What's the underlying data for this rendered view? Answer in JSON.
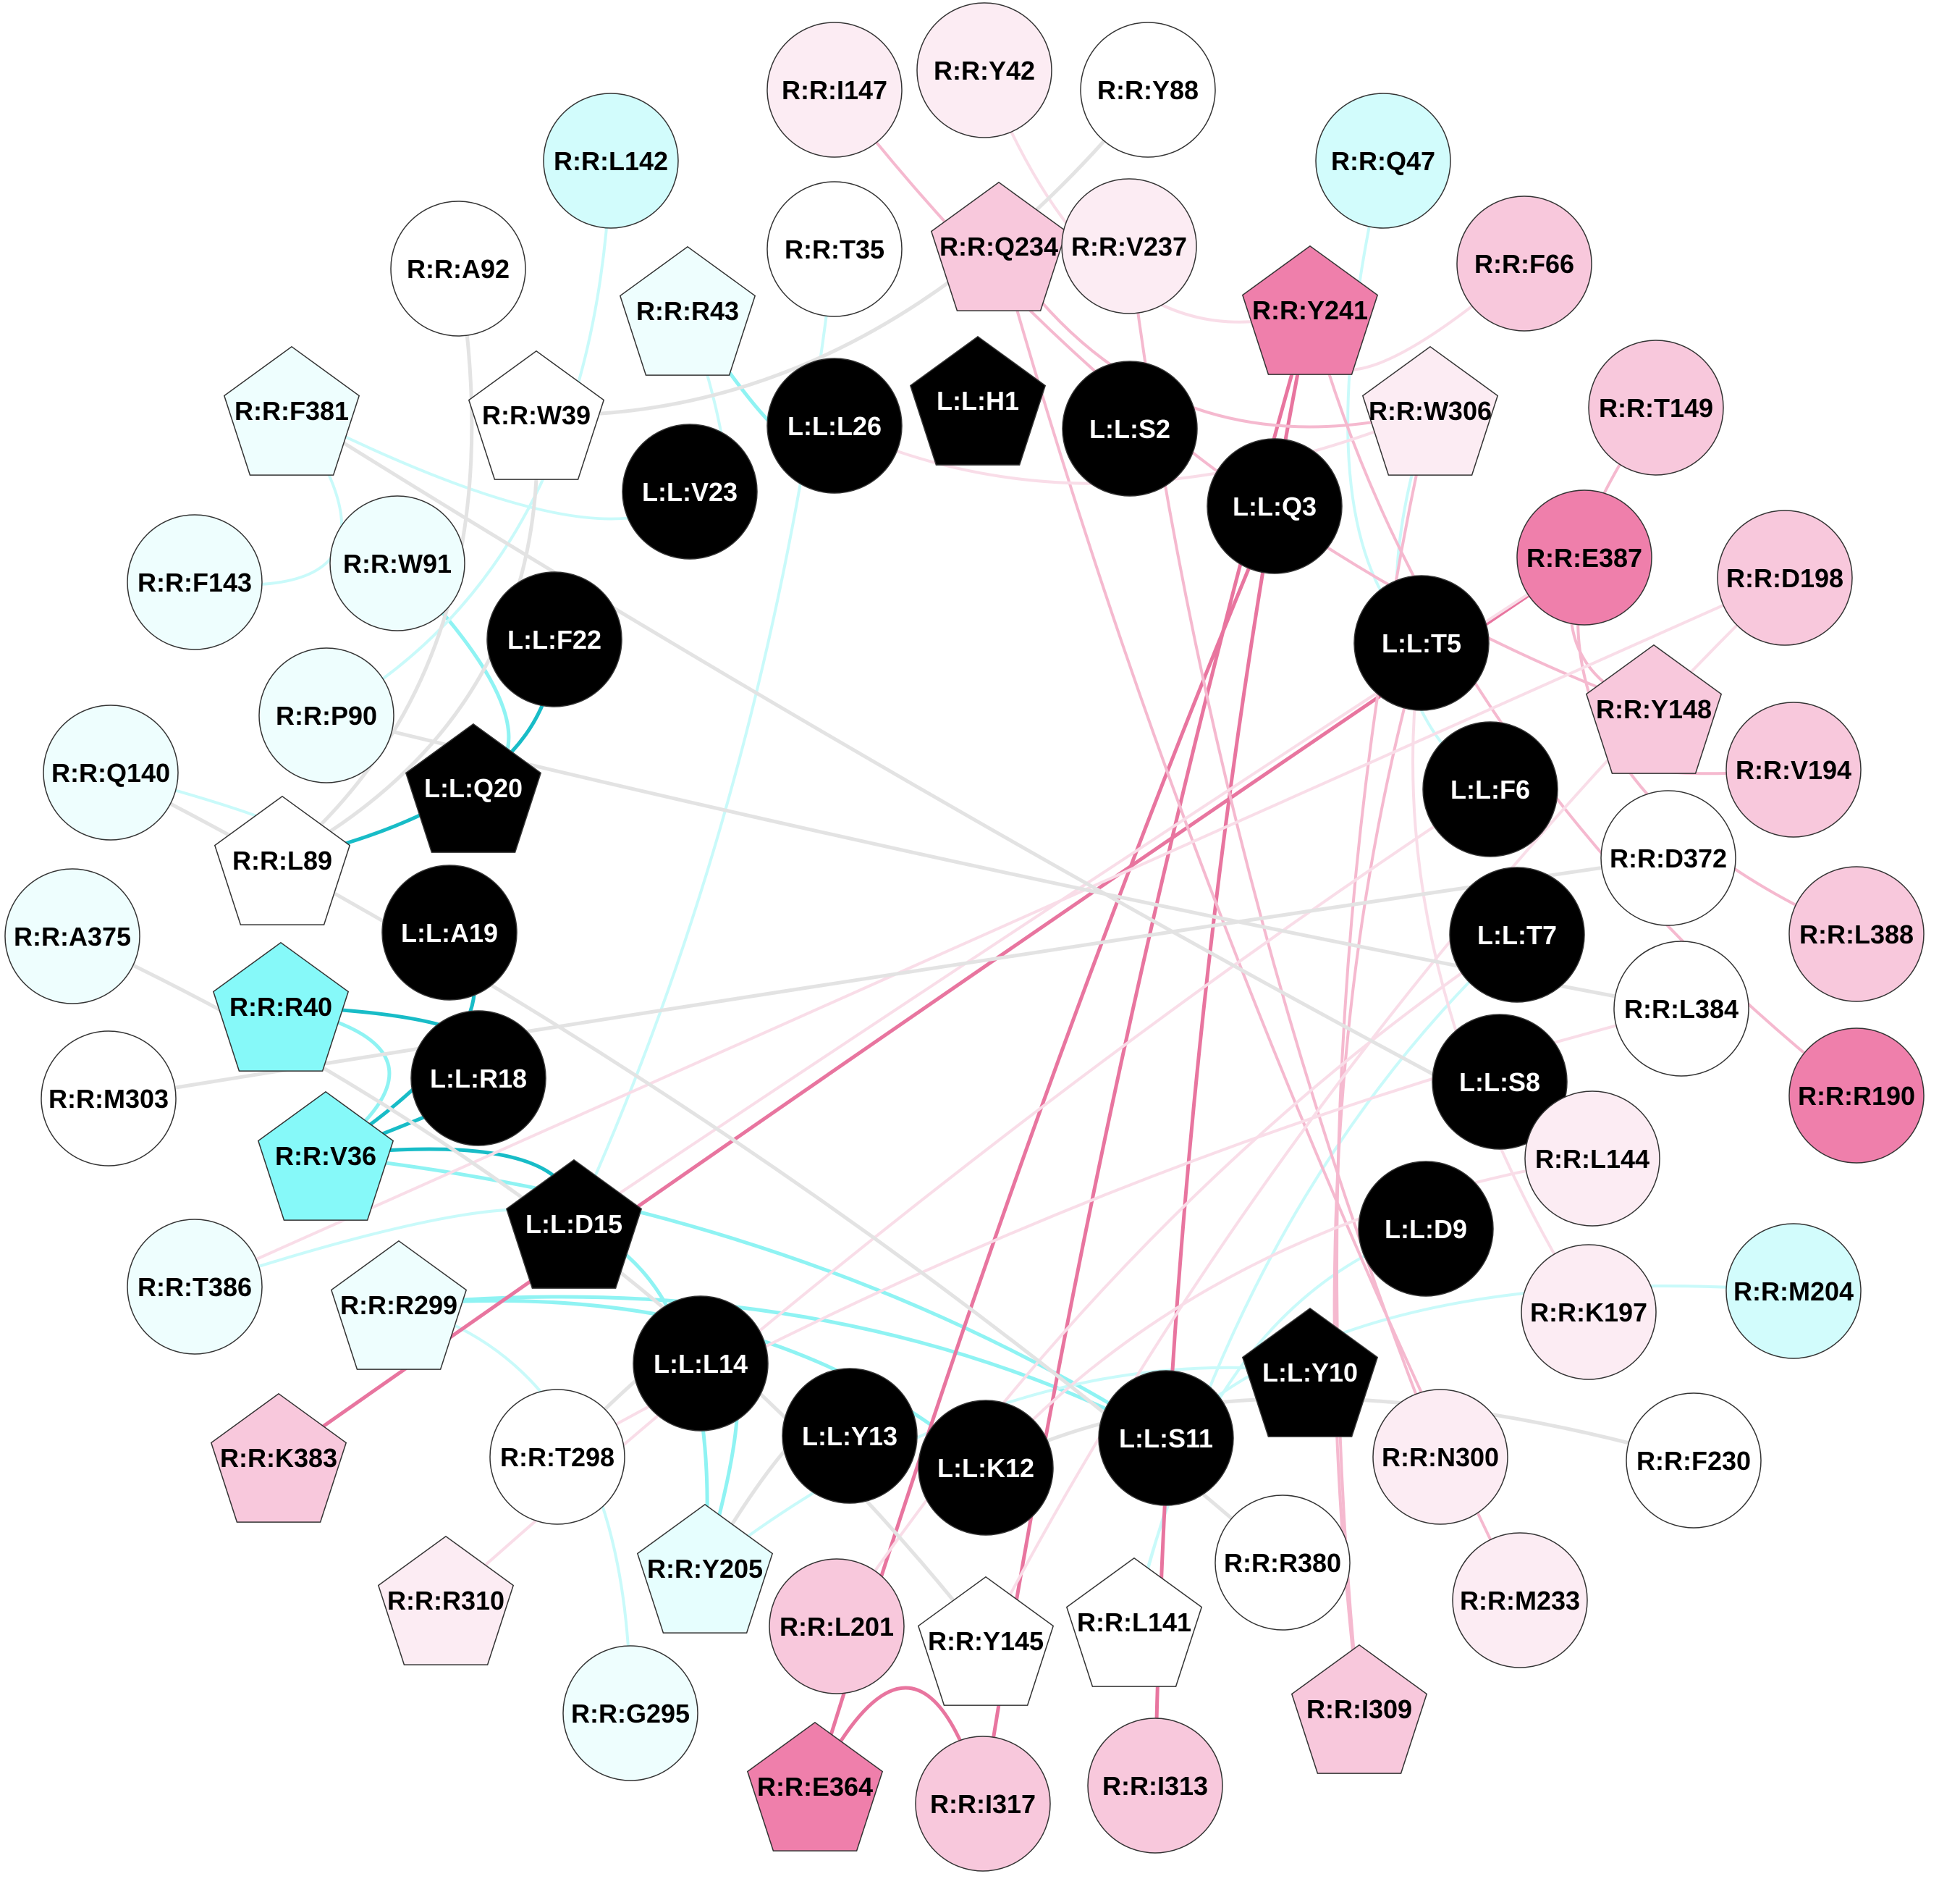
{
  "colors": {
    "ligand": "#000000",
    "white": "#ffffff",
    "cyan_faint": "#eefefe",
    "cyan_light": "#e6fefe",
    "cyan_mid": "#d2fcfc",
    "cyan_strong": "#86f9f9",
    "pink_faint": "#fcecf3",
    "pink_light": "#f8c8dc",
    "pink_mid": "#f6b5cf",
    "pink_strong": "#ef7fab",
    "edge_gray": "#e3e3e3",
    "edge_cyan_faint": "#c9fafa",
    "edge_cyan": "#8ff3f3",
    "edge_cyan_dark": "#18bcc7",
    "edge_pink_faint": "#f9dde8",
    "edge_pink": "#f5b9cf",
    "edge_pink_dark": "#e8759f"
  },
  "nodes": [
    {
      "id": "L:L:H1",
      "shape": "pentagon",
      "fill": "ligand"
    },
    {
      "id": "L:L:S2",
      "shape": "circle",
      "fill": "ligand"
    },
    {
      "id": "L:L:Q3",
      "shape": "circle",
      "fill": "ligand"
    },
    {
      "id": "L:L:T5",
      "shape": "circle",
      "fill": "ligand"
    },
    {
      "id": "L:L:F6",
      "shape": "circle",
      "fill": "ligand"
    },
    {
      "id": "L:L:T7",
      "shape": "circle",
      "fill": "ligand"
    },
    {
      "id": "L:L:S8",
      "shape": "circle",
      "fill": "ligand"
    },
    {
      "id": "L:L:D9",
      "shape": "circle",
      "fill": "ligand"
    },
    {
      "id": "L:L:Y10",
      "shape": "pentagon",
      "fill": "ligand"
    },
    {
      "id": "L:L:S11",
      "shape": "circle",
      "fill": "ligand"
    },
    {
      "id": "L:L:K12",
      "shape": "circle",
      "fill": "ligand"
    },
    {
      "id": "L:L:Y13",
      "shape": "circle",
      "fill": "ligand"
    },
    {
      "id": "L:L:L14",
      "shape": "circle",
      "fill": "ligand"
    },
    {
      "id": "L:L:D15",
      "shape": "pentagon",
      "fill": "ligand"
    },
    {
      "id": "L:L:R18",
      "shape": "circle",
      "fill": "ligand"
    },
    {
      "id": "L:L:A19",
      "shape": "circle",
      "fill": "ligand"
    },
    {
      "id": "L:L:Q20",
      "shape": "pentagon",
      "fill": "ligand"
    },
    {
      "id": "L:L:F22",
      "shape": "circle",
      "fill": "ligand"
    },
    {
      "id": "L:L:V23",
      "shape": "circle",
      "fill": "ligand"
    },
    {
      "id": "L:L:L26",
      "shape": "circle",
      "fill": "ligand"
    },
    {
      "id": "R:R:I147",
      "shape": "circle",
      "fill": "pink_faint"
    },
    {
      "id": "R:R:Y42",
      "shape": "circle",
      "fill": "pink_faint"
    },
    {
      "id": "R:R:Y88",
      "shape": "circle",
      "fill": "white"
    },
    {
      "id": "R:R:Q47",
      "shape": "circle",
      "fill": "cyan_mid"
    },
    {
      "id": "R:R:F66",
      "shape": "circle",
      "fill": "pink_light"
    },
    {
      "id": "R:R:L142",
      "shape": "circle",
      "fill": "cyan_mid"
    },
    {
      "id": "R:R:Q234",
      "shape": "pentagon",
      "fill": "pink_light"
    },
    {
      "id": "R:R:V237",
      "shape": "circle",
      "fill": "pink_faint"
    },
    {
      "id": "R:R:T35",
      "shape": "circle",
      "fill": "white"
    },
    {
      "id": "R:R:Y241",
      "shape": "pentagon",
      "fill": "pink_strong"
    },
    {
      "id": "R:R:A92",
      "shape": "circle",
      "fill": "white"
    },
    {
      "id": "R:R:R43",
      "shape": "pentagon",
      "fill": "cyan_faint"
    },
    {
      "id": "R:R:W306",
      "shape": "pentagon",
      "fill": "pink_faint"
    },
    {
      "id": "R:R:T149",
      "shape": "circle",
      "fill": "pink_light"
    },
    {
      "id": "R:R:F381",
      "shape": "pentagon",
      "fill": "cyan_faint"
    },
    {
      "id": "R:R:W39",
      "shape": "pentagon",
      "fill": "white"
    },
    {
      "id": "R:R:E387",
      "shape": "circle",
      "fill": "pink_strong"
    },
    {
      "id": "R:R:D198",
      "shape": "circle",
      "fill": "pink_light"
    },
    {
      "id": "R:R:F143",
      "shape": "circle",
      "fill": "cyan_faint"
    },
    {
      "id": "R:R:W91",
      "shape": "circle",
      "fill": "cyan_faint"
    },
    {
      "id": "R:R:Y148",
      "shape": "pentagon",
      "fill": "pink_light"
    },
    {
      "id": "R:R:P90",
      "shape": "circle",
      "fill": "cyan_faint"
    },
    {
      "id": "R:R:V194",
      "shape": "circle",
      "fill": "pink_light"
    },
    {
      "id": "R:R:Q140",
      "shape": "circle",
      "fill": "cyan_faint"
    },
    {
      "id": "R:R:L89",
      "shape": "pentagon",
      "fill": "white"
    },
    {
      "id": "R:R:D372",
      "shape": "circle",
      "fill": "white"
    },
    {
      "id": "R:R:L388",
      "shape": "circle",
      "fill": "pink_light"
    },
    {
      "id": "R:R:A375",
      "shape": "circle",
      "fill": "cyan_faint"
    },
    {
      "id": "R:R:R40",
      "shape": "pentagon",
      "fill": "cyan_strong"
    },
    {
      "id": "R:R:L384",
      "shape": "circle",
      "fill": "white"
    },
    {
      "id": "R:R:M303",
      "shape": "circle",
      "fill": "white"
    },
    {
      "id": "R:R:R190",
      "shape": "circle",
      "fill": "pink_strong"
    },
    {
      "id": "R:R:V36",
      "shape": "pentagon",
      "fill": "cyan_strong"
    },
    {
      "id": "R:R:L144",
      "shape": "circle",
      "fill": "pink_faint"
    },
    {
      "id": "R:R:T386",
      "shape": "circle",
      "fill": "cyan_faint"
    },
    {
      "id": "R:R:K197",
      "shape": "circle",
      "fill": "pink_faint"
    },
    {
      "id": "R:R:M204",
      "shape": "circle",
      "fill": "cyan_mid"
    },
    {
      "id": "R:R:R299",
      "shape": "pentagon",
      "fill": "cyan_faint"
    },
    {
      "id": "R:R:K383",
      "shape": "pentagon",
      "fill": "pink_light"
    },
    {
      "id": "R:R:N300",
      "shape": "circle",
      "fill": "pink_faint"
    },
    {
      "id": "R:R:T298",
      "shape": "circle",
      "fill": "white"
    },
    {
      "id": "R:R:F230",
      "shape": "circle",
      "fill": "white"
    },
    {
      "id": "R:R:R380",
      "shape": "circle",
      "fill": "white"
    },
    {
      "id": "R:R:Y205",
      "shape": "pentagon",
      "fill": "cyan_light"
    },
    {
      "id": "R:R:R310",
      "shape": "pentagon",
      "fill": "pink_faint"
    },
    {
      "id": "R:R:L201",
      "shape": "circle",
      "fill": "pink_light"
    },
    {
      "id": "R:R:Y145",
      "shape": "pentagon",
      "fill": "white"
    },
    {
      "id": "R:R:L141",
      "shape": "pentagon",
      "fill": "white"
    },
    {
      "id": "R:R:M233",
      "shape": "circle",
      "fill": "pink_faint"
    },
    {
      "id": "R:R:G295",
      "shape": "circle",
      "fill": "cyan_faint"
    },
    {
      "id": "R:R:I309",
      "shape": "pentagon",
      "fill": "pink_light"
    },
    {
      "id": "R:R:E364",
      "shape": "pentagon",
      "fill": "pink_strong"
    },
    {
      "id": "R:R:I317",
      "shape": "circle",
      "fill": "pink_light"
    },
    {
      "id": "R:R:I313",
      "shape": "circle",
      "fill": "pink_light"
    }
  ],
  "edges": [
    {
      "source": "L:L:F22",
      "target": "R:R:L89",
      "color": "edge_cyan_dark"
    },
    {
      "source": "L:L:A19",
      "target": "R:R:V36",
      "color": "edge_cyan_dark"
    },
    {
      "source": "L:L:R18",
      "target": "R:R:R40",
      "color": "edge_cyan_dark"
    },
    {
      "source": "L:L:R18",
      "target": "R:R:V36",
      "color": "edge_cyan_dark"
    },
    {
      "source": "L:L:D15",
      "target": "R:R:V36",
      "color": "edge_cyan_dark"
    },
    {
      "source": "R:R:R40",
      "target": "R:R:V36",
      "color": "edge_cyan"
    },
    {
      "source": "L:L:L26",
      "target": "R:R:R43",
      "color": "edge_cyan"
    },
    {
      "source": "L:L:D15",
      "target": "R:R:Y205",
      "color": "edge_cyan"
    },
    {
      "source": "L:L:L14",
      "target": "R:R:Y205",
      "color": "edge_cyan"
    },
    {
      "source": "R:R:R299",
      "target": "L:L:S11",
      "color": "edge_cyan"
    },
    {
      "source": "R:R:R299",
      "target": "L:L:K12",
      "color": "edge_cyan"
    },
    {
      "source": "R:R:V36",
      "target": "L:L:S11",
      "color": "edge_cyan"
    },
    {
      "source": "L:L:Q20",
      "target": "R:R:W91",
      "color": "edge_cyan"
    },
    {
      "source": "L:L:V23",
      "target": "R:R:R43",
      "color": "edge_cyan_faint"
    },
    {
      "source": "L:L:V23",
      "target": "R:R:F381",
      "color": "edge_cyan_faint"
    },
    {
      "source": "L:L:Y10",
      "target": "R:R:Y205",
      "color": "edge_cyan_faint"
    },
    {
      "source": "L:L:S11",
      "target": "R:R:M204",
      "color": "edge_cyan_faint"
    },
    {
      "source": "L:L:D9",
      "target": "R:R:L141",
      "color": "edge_cyan_faint"
    },
    {
      "source": "L:L:T5",
      "target": "R:R:Q47",
      "color": "edge_cyan_faint"
    },
    {
      "source": "L:L:T7",
      "target": "R:R:L141",
      "color": "edge_cyan_faint"
    },
    {
      "source": "L:L:F6",
      "target": "R:R:W306",
      "color": "edge_cyan_faint"
    },
    {
      "source": "R:R:T35",
      "target": "L:L:D15",
      "color": "edge_cyan_faint"
    },
    {
      "source": "R:R:L142",
      "target": "R:R:P90",
      "color": "edge_cyan_faint"
    },
    {
      "source": "R:R:F143",
      "target": "R:R:F381",
      "color": "edge_cyan_faint"
    },
    {
      "source": "R:R:Q140",
      "target": "R:R:L89",
      "color": "edge_cyan_faint"
    },
    {
      "source": "R:R:T386",
      "target": "L:L:D15",
      "color": "edge_cyan_faint"
    },
    {
      "source": "R:R:G295",
      "target": "R:R:R299",
      "color": "edge_cyan_faint"
    },
    {
      "source": "R:R:E364",
      "target": "L:L:Q3",
      "color": "edge_pink_dark"
    },
    {
      "source": "R:R:E364",
      "target": "R:R:I317",
      "color": "edge_pink_dark"
    },
    {
      "source": "R:R:I317",
      "target": "R:R:Y241",
      "color": "edge_pink_dark"
    },
    {
      "source": "R:R:I313",
      "target": "R:R:Y241",
      "color": "edge_pink_dark"
    },
    {
      "source": "R:R:K383",
      "target": "R:R:E387",
      "color": "edge_pink_dark"
    },
    {
      "source": "R:R:I147",
      "target": "R:R:Y148",
      "color": "edge_pink"
    },
    {
      "source": "R:R:Q234",
      "target": "R:R:W306",
      "color": "edge_pink"
    },
    {
      "source": "R:R:Q234",
      "target": "R:R:M233",
      "color": "edge_pink"
    },
    {
      "source": "R:R:Y241",
      "target": "R:R:R190",
      "color": "edge_pink"
    },
    {
      "source": "R:R:Y148",
      "target": "R:R:T149",
      "color": "edge_pink"
    },
    {
      "source": "R:R:Y148",
      "target": "R:R:V194",
      "color": "edge_pink"
    },
    {
      "source": "R:R:L388",
      "target": "R:R:E387",
      "color": "edge_pink"
    },
    {
      "source": "R:R:I309",
      "target": "L:L:T5",
      "color": "edge_pink"
    },
    {
      "source": "R:R:I309",
      "target": "R:R:W306",
      "color": "edge_pink"
    },
    {
      "source": "R:R:V237",
      "target": "R:R:N300",
      "color": "edge_pink"
    },
    {
      "source": "R:R:F66",
      "target": "R:R:Y241",
      "color": "edge_pink_faint"
    },
    {
      "source": "L:L:L26",
      "target": "R:R:W306",
      "color": "edge_pink_faint"
    },
    {
      "source": "L:L:D15",
      "target": "R:R:E387",
      "color": "edge_pink_faint"
    },
    {
      "source": "R:R:T386",
      "target": "R:R:D198",
      "color": "edge_pink_faint"
    },
    {
      "source": "R:R:R310",
      "target": "L:L:F6",
      "color": "edge_pink_faint"
    },
    {
      "source": "R:R:Y42",
      "target": "R:R:Y241",
      "color": "edge_pink_faint"
    },
    {
      "source": "R:R:L201",
      "target": "L:L:T7",
      "color": "edge_pink_faint"
    },
    {
      "source": "R:R:K197",
      "target": "L:L:T5",
      "color": "edge_pink_faint"
    },
    {
      "source": "R:R:L144",
      "target": "L:L:K12",
      "color": "edge_pink_faint"
    },
    {
      "source": "R:R:Y145",
      "target": "R:R:D198",
      "color": "edge_pink_faint"
    },
    {
      "source": "R:R:T298",
      "target": "R:R:L384",
      "color": "edge_pink_faint"
    },
    {
      "source": "R:R:A92",
      "target": "R:R:L89",
      "color": "edge_gray"
    },
    {
      "source": "R:R:Y88",
      "target": "R:R:W39",
      "color": "edge_gray"
    },
    {
      "source": "R:R:F381",
      "target": "R:R:L144",
      "color": "edge_gray"
    },
    {
      "source": "R:R:F143",
      "target": "R:R:S8",
      "color": "edge_gray"
    },
    {
      "source": "R:R:M303",
      "target": "R:R:D372",
      "color": "edge_gray"
    },
    {
      "source": "R:R:A375",
      "target": "R:R:Y145",
      "color": "edge_gray"
    },
    {
      "source": "R:R:Q140",
      "target": "R:R:R380",
      "color": "edge_gray"
    },
    {
      "source": "R:R:F230",
      "target": "L:L:K12",
      "color": "edge_gray"
    },
    {
      "source": "R:R:W39",
      "target": "R:R:L89",
      "color": "edge_gray"
    },
    {
      "source": "R:R:T298",
      "target": "L:L:L14",
      "color": "edge_gray"
    },
    {
      "source": "R:R:P90",
      "target": "R:R:L384",
      "color": "edge_gray"
    },
    {
      "source": "R:R:Y205",
      "target": "L:L:Y13",
      "color": "edge_gray"
    }
  ]
}
